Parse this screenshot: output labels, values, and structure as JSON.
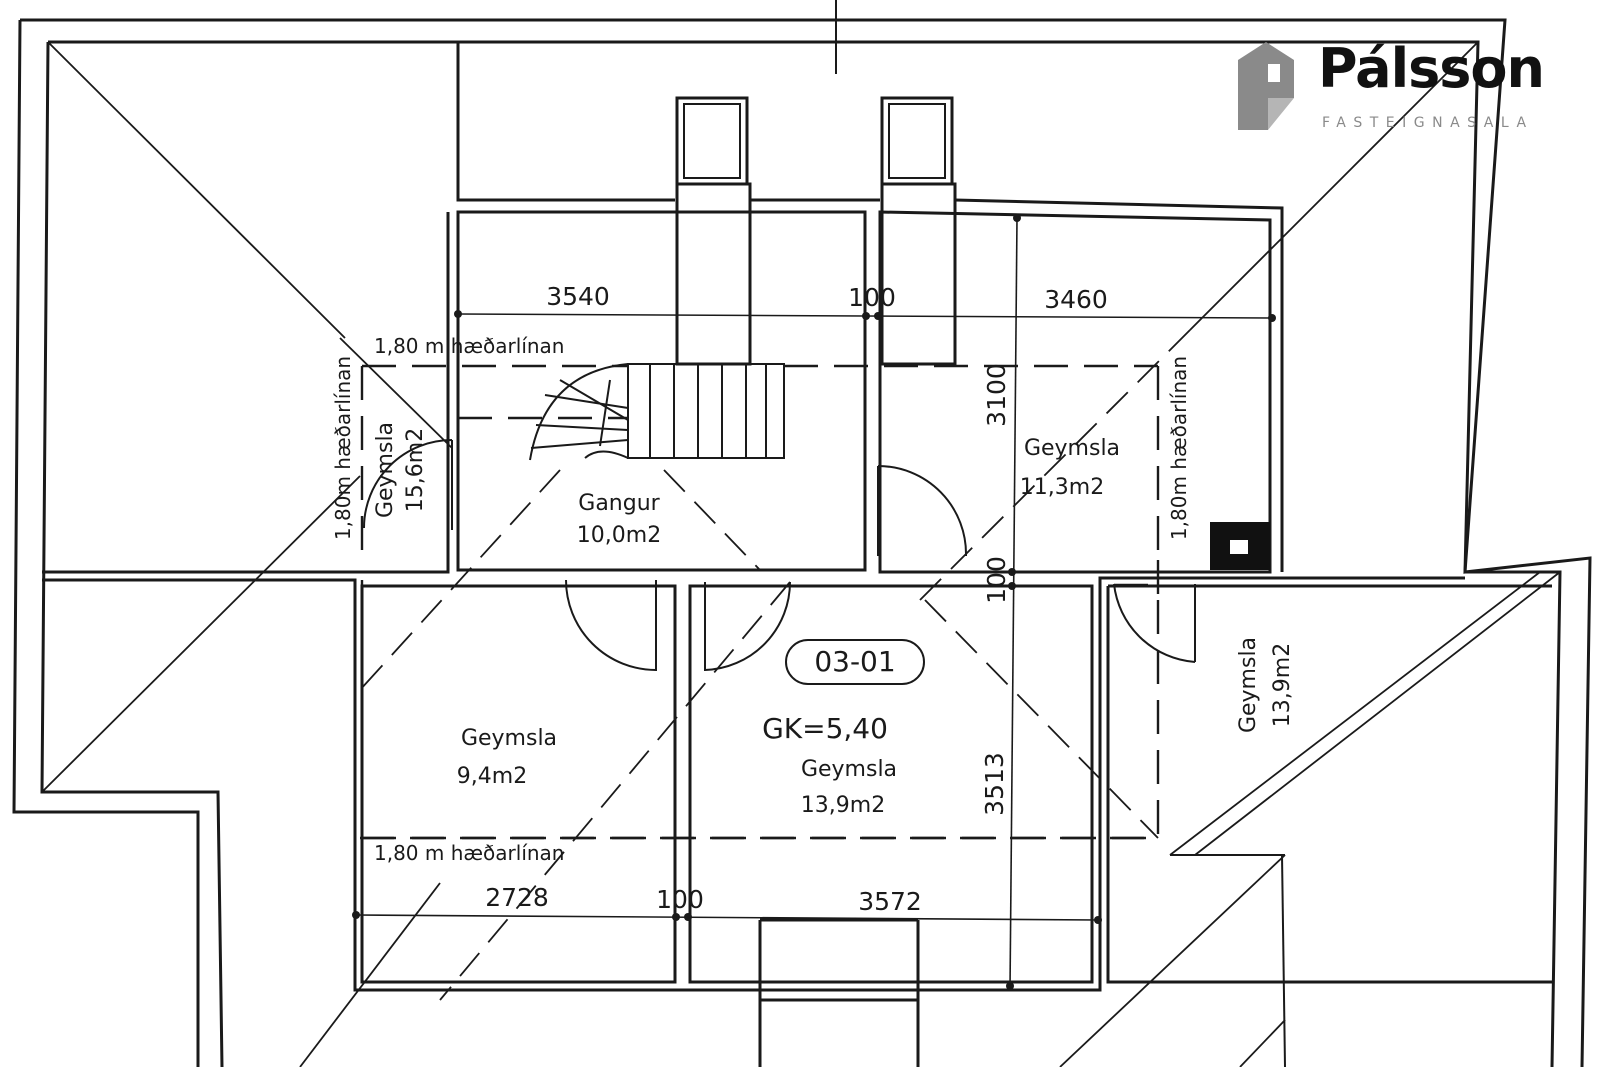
{
  "brand": {
    "name": "Pálsson",
    "tagline": "FASTEIGNASALA",
    "mark_color": "#8a8a8a",
    "text_color": "#111111"
  },
  "plan": {
    "unit_label": "03-01",
    "floor_height": "GK=5,40",
    "rooms": [
      {
        "name": "Gangur",
        "area": "10,0m2"
      },
      {
        "name": "Geymsla",
        "area": "15,6m2"
      },
      {
        "name": "Geymsla",
        "area": "11,3m2"
      },
      {
        "name": "Geymsla",
        "area": "9,4m2"
      },
      {
        "name": "Geymsla",
        "area": "13,9m2"
      },
      {
        "name": "Geymsla",
        "area": "13,9m2"
      }
    ],
    "height_line_notes": {
      "top": "1,80 m hæðarlínan",
      "bottom": "1,80 m hæðarlínan",
      "left_vertical": "1,80m hæðarlínan",
      "right_vertical": "1,80m hæðarlínan"
    },
    "dimensions": {
      "top_left": "3540",
      "top_mid": "100",
      "top_right": "3460",
      "right_upper": "3100",
      "right_mid": "100",
      "right_lower": "3513",
      "bottom_left": "2728",
      "bottom_mid": "100",
      "bottom_right": "3572"
    }
  }
}
